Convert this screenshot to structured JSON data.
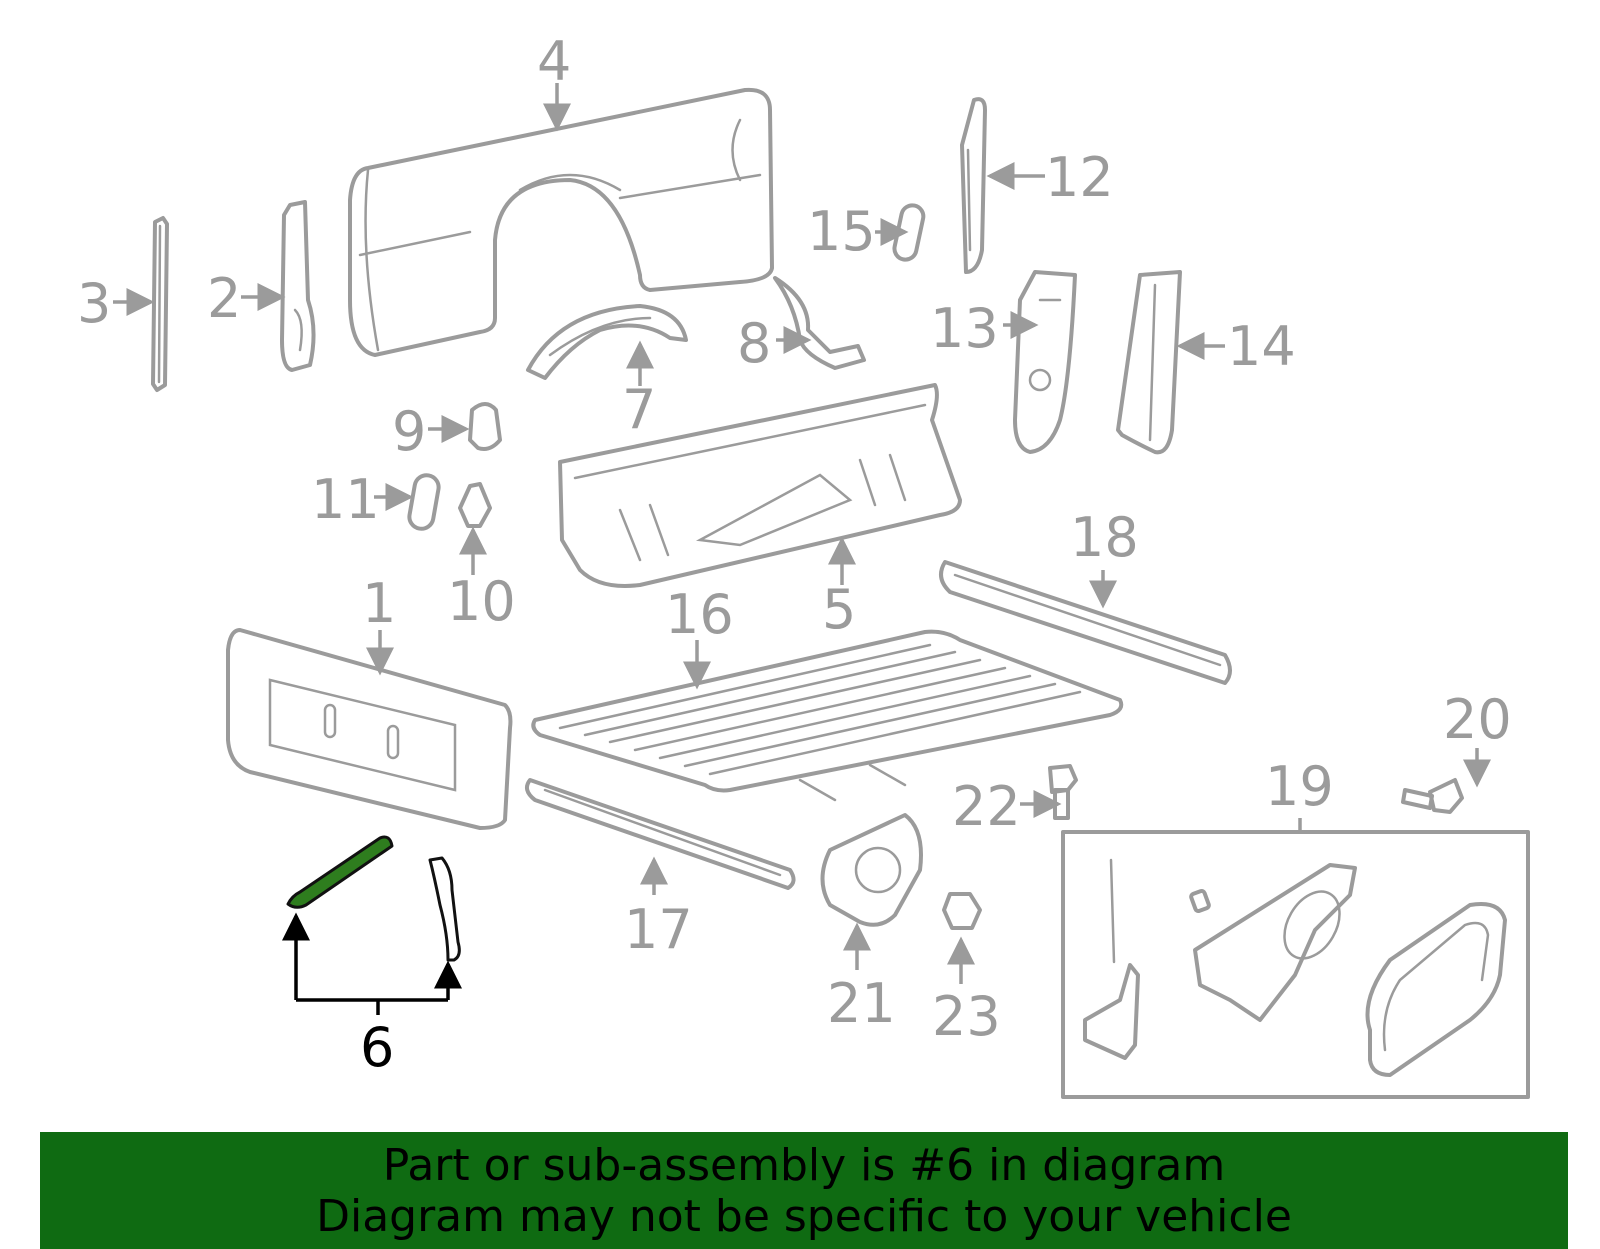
{
  "diagram": {
    "callouts": [
      "1",
      "2",
      "3",
      "4",
      "5",
      "6",
      "7",
      "8",
      "9",
      "10",
      "11",
      "12",
      "13",
      "14",
      "15",
      "16",
      "17",
      "18",
      "19",
      "20",
      "21",
      "22",
      "23"
    ],
    "highlighted_part": "6",
    "highlight_color": "#2e7d1e",
    "line_color": "#9b9b9b"
  },
  "banner": {
    "line1": "Part or sub-assembly is #6 in diagram",
    "line2": "Diagram may not be specific to your vehicle",
    "background": "#0f6b12"
  }
}
